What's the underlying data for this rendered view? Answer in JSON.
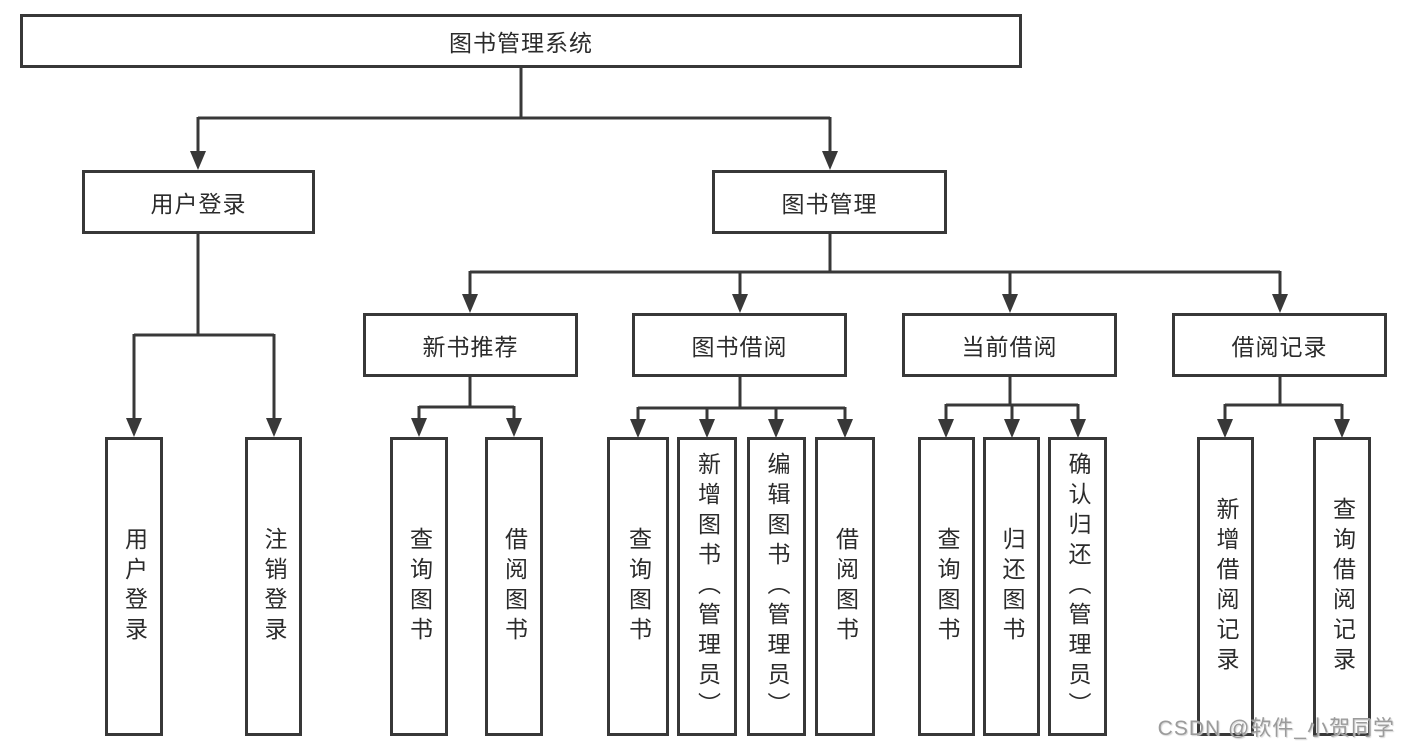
{
  "diagram": {
    "root": {
      "label": "图书管理系统"
    },
    "level2": [
      {
        "label": "用户登录"
      },
      {
        "label": "图书管理"
      }
    ],
    "level3": [
      {
        "label": "新书推荐",
        "parent": "图书管理"
      },
      {
        "label": "图书借阅",
        "parent": "图书管理"
      },
      {
        "label": "当前借阅",
        "parent": "图书管理"
      },
      {
        "label": "借阅记录",
        "parent": "图书管理"
      }
    ],
    "leaves": [
      {
        "label": "用户登录",
        "parent": "用户登录"
      },
      {
        "label": "注销登录",
        "parent": "用户登录"
      },
      {
        "label": "查询图书",
        "parent": "新书推荐"
      },
      {
        "label": "借阅图书",
        "parent": "新书推荐"
      },
      {
        "label": "查询图书",
        "parent": "图书借阅"
      },
      {
        "label": "新增图书（管理员）",
        "parent": "图书借阅"
      },
      {
        "label": "编辑图书（管理员）",
        "parent": "图书借阅"
      },
      {
        "label": "借阅图书",
        "parent": "图书借阅"
      },
      {
        "label": "查询图书",
        "parent": "当前借阅"
      },
      {
        "label": "归还图书",
        "parent": "当前借阅"
      },
      {
        "label": "确认归还（管理员）",
        "parent": "当前借阅"
      },
      {
        "label": "新增借阅记录",
        "parent": "借阅记录"
      },
      {
        "label": "查询借阅记录",
        "parent": "借阅记录"
      }
    ]
  },
  "watermark": {
    "text": "CSDN @软件_小贺同学"
  },
  "colors": {
    "line": "#383838",
    "box_border": "#383838",
    "text": "#2b2b2b",
    "watermark": "#9b9b9b",
    "background": "#ffffff"
  }
}
